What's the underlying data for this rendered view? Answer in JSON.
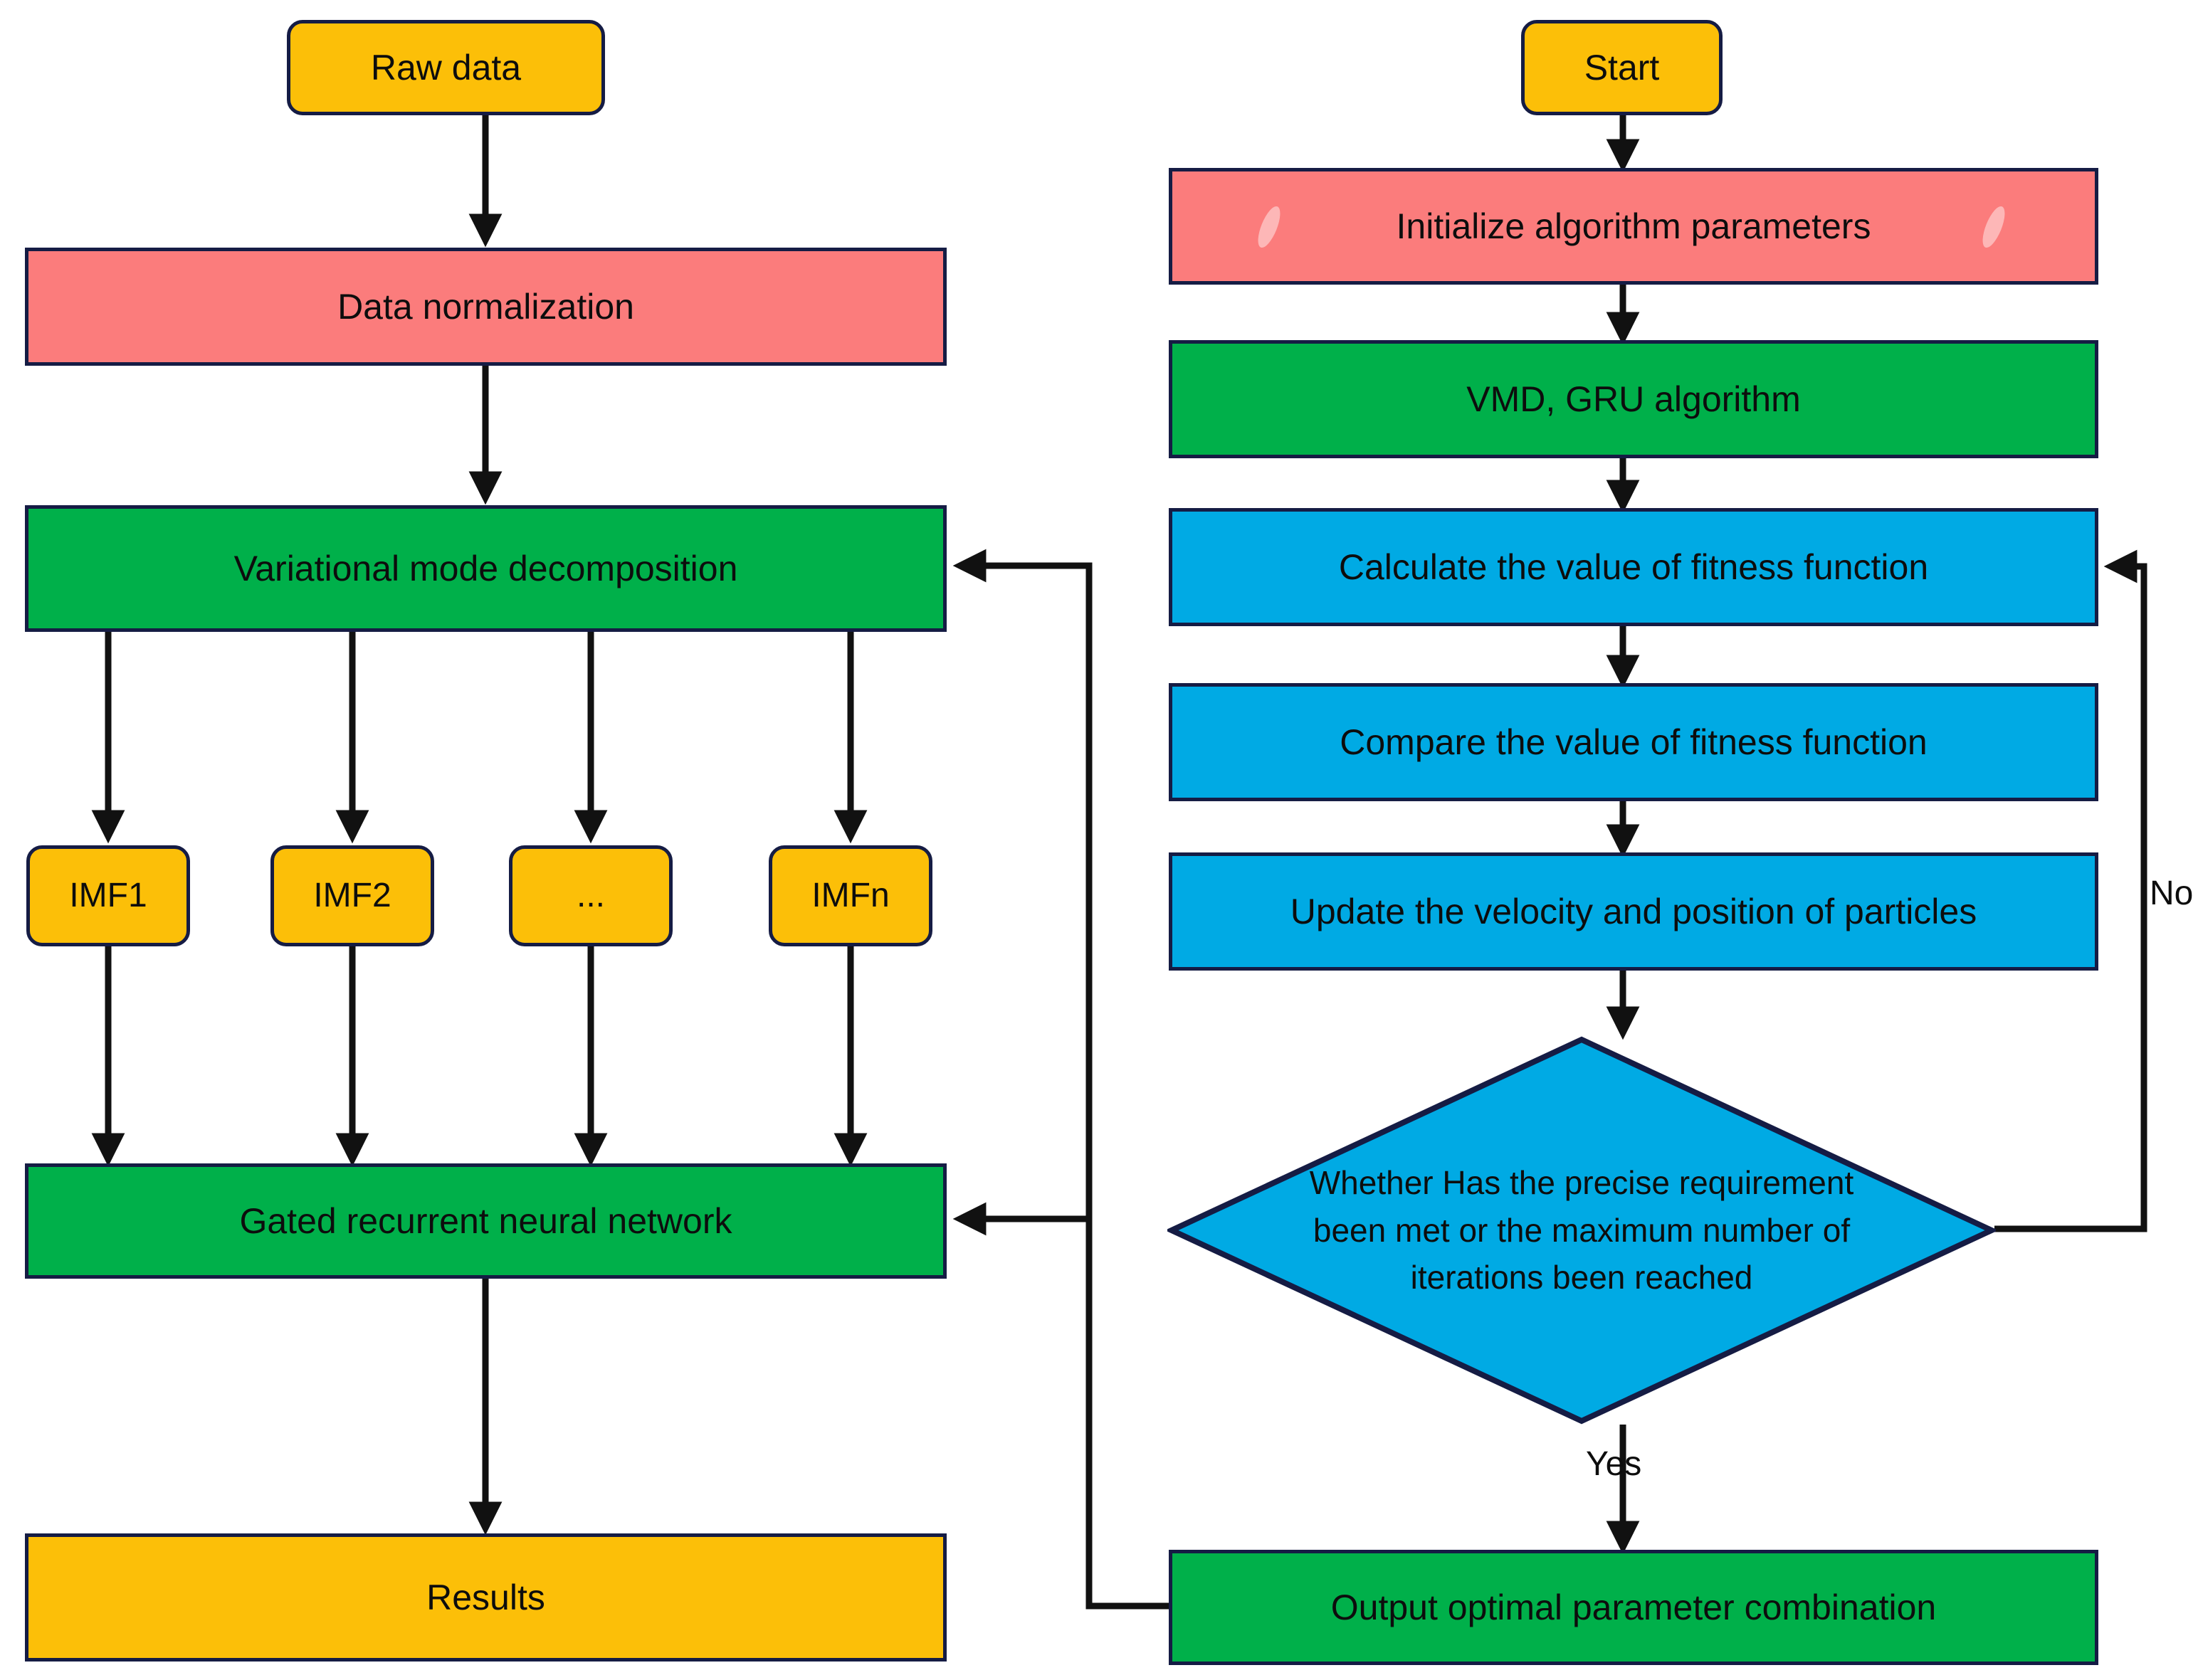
{
  "diagram": {
    "type": "flowchart",
    "title": "VMD-GRU with PSO parameter optimization flowchart",
    "background": "#ffffff",
    "palette": {
      "yellow": "#FCBF08",
      "salmon": "#FB7C7C",
      "green": "#00B04A",
      "blue": "#00AAE4",
      "border": "#151C44",
      "arrow": "#111111",
      "text": "#0d0d0d"
    },
    "left_column": {
      "name": "data-processing-pipeline",
      "nodes": [
        {
          "id": "raw-data",
          "label": "Raw data",
          "shape": "rounded-rect",
          "color": "yellow"
        },
        {
          "id": "data-normalization",
          "label": "Data normalization",
          "shape": "rect",
          "color": "salmon"
        },
        {
          "id": "vmd",
          "label": "Variational mode decomposition",
          "shape": "rect",
          "color": "green"
        },
        {
          "id": "imf1",
          "label": "IMF1",
          "shape": "rounded-rect",
          "color": "yellow"
        },
        {
          "id": "imf2",
          "label": "IMF2",
          "shape": "rounded-rect",
          "color": "yellow"
        },
        {
          "id": "imf-ellipsis",
          "label": "...",
          "shape": "rounded-rect",
          "color": "yellow"
        },
        {
          "id": "imfn",
          "label": "IMFn",
          "shape": "rounded-rect",
          "color": "yellow"
        },
        {
          "id": "gru",
          "label": "Gated recurrent neural network",
          "shape": "rect",
          "color": "green"
        },
        {
          "id": "results",
          "label": "Results",
          "shape": "rect",
          "color": "yellow"
        }
      ]
    },
    "right_column": {
      "name": "optimization-loop",
      "nodes": [
        {
          "id": "start",
          "label": "Start",
          "shape": "rounded-rect",
          "color": "yellow"
        },
        {
          "id": "init-params",
          "label": "Initialize algorithm parameters",
          "shape": "rect",
          "color": "salmon"
        },
        {
          "id": "vmd-gru",
          "label": "VMD, GRU algorithm",
          "shape": "rect",
          "color": "green"
        },
        {
          "id": "calc-fitness",
          "label": "Calculate the value of fitness function",
          "shape": "rect",
          "color": "blue"
        },
        {
          "id": "compare-fitness",
          "label": "Compare the value of fitness function",
          "shape": "rect",
          "color": "blue"
        },
        {
          "id": "update-particles",
          "label": "Update the velocity and position of particles",
          "shape": "rect",
          "color": "blue"
        },
        {
          "id": "decision",
          "label": "Whether Has the precise requirement been met or the maximum number of iterations been reached",
          "shape": "diamond",
          "color": "blue"
        },
        {
          "id": "output-optimal",
          "label": "Output optimal parameter combination",
          "shape": "rect",
          "color": "green"
        }
      ],
      "decision_lines": [
        "Whether Has the precise requirement",
        "been met or the maximum number of",
        "iterations been reached"
      ]
    },
    "edge_labels": [
      {
        "id": "no-label",
        "text": "No"
      },
      {
        "id": "yes-label",
        "text": "Yes"
      }
    ]
  }
}
